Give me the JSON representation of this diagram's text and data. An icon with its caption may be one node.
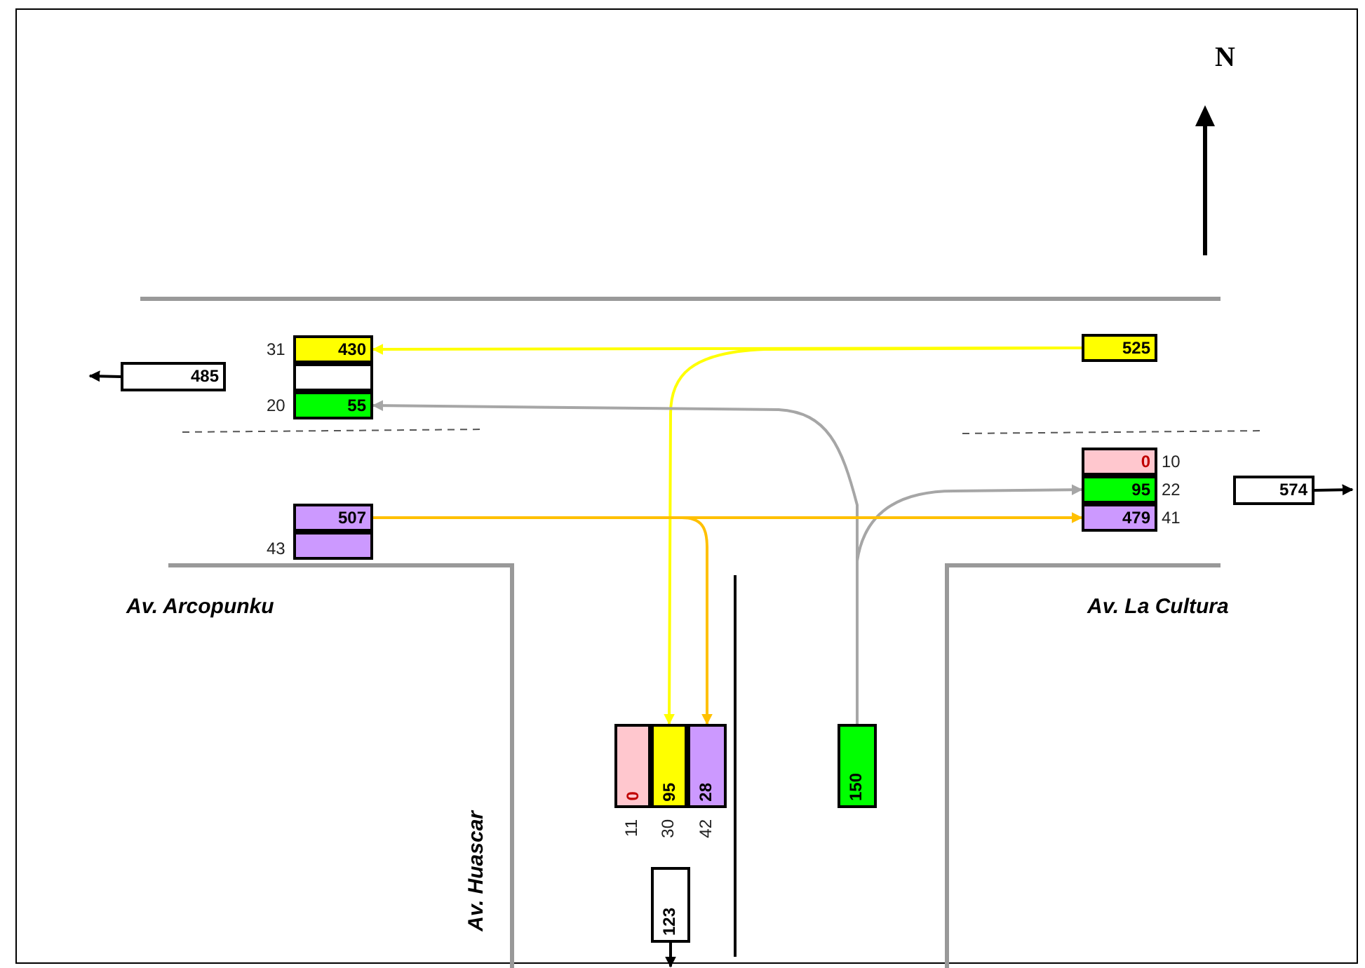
{
  "diagram": {
    "nodes": [
      {
        "text": [
          "485"
        ]
      },
      {
        "text": [
          "430"
        ],
        "beside": [
          "31"
        ]
      },
      {
        "text": [],
        "shape": "box"
      },
      {
        "text": [
          "55"
        ],
        "beside": [
          "20"
        ]
      },
      {
        "text": [
          "525"
        ]
      },
      {
        "text": [
          "0"
        ],
        "beside": [
          "10"
        ]
      },
      {
        "text": [
          "95"
        ],
        "beside": [
          "22"
        ]
      },
      {
        "text": [
          "479"
        ],
        "beside": [
          "41"
        ]
      },
      {
        "text": [
          "574"
        ]
      },
      {
        "text": [
          "507"
        ]
      },
      {
        "text": [],
        "shape": "box",
        "beside": [
          "43"
        ]
      },
      {
        "text": [
          "0"
        ],
        "beside": [
          "11"
        ]
      },
      {
        "text": [
          "95"
        ],
        "beside": [
          "30"
        ]
      },
      {
        "text": [
          "28"
        ],
        "beside": [
          "42"
        ]
      },
      {
        "text": [
          "150"
        ]
      },
      {
        "text": [
          "123"
        ]
      }
    ],
    "edges": [
      {
        "from": 0,
        "to": null,
        "arrow": "to"
      },
      {
        "from": 4,
        "to": 1,
        "arrow": "to",
        "color": "#ffff00"
      },
      {
        "from": 4,
        "to": 12,
        "arrow": "to",
        "color": "#ffff00"
      },
      {
        "from": 14,
        "to": 3,
        "arrow": "to",
        "color": "#a6a6a6"
      },
      {
        "from": 14,
        "to": 6,
        "arrow": "to",
        "color": "#a6a6a6"
      },
      {
        "from": 8,
        "to": null,
        "arrow": "to"
      },
      {
        "from": 9,
        "to": 7,
        "arrow": "to",
        "color": "#ffc000"
      },
      {
        "from": 9,
        "to": 13,
        "arrow": "to",
        "color": "#ffc000"
      },
      {
        "from": 15,
        "to": null,
        "arrow": "to"
      }
    ],
    "labels": [
      "N",
      "Av. Arcopunku",
      "Av. La Cultura",
      "Av. Huascar"
    ]
  }
}
